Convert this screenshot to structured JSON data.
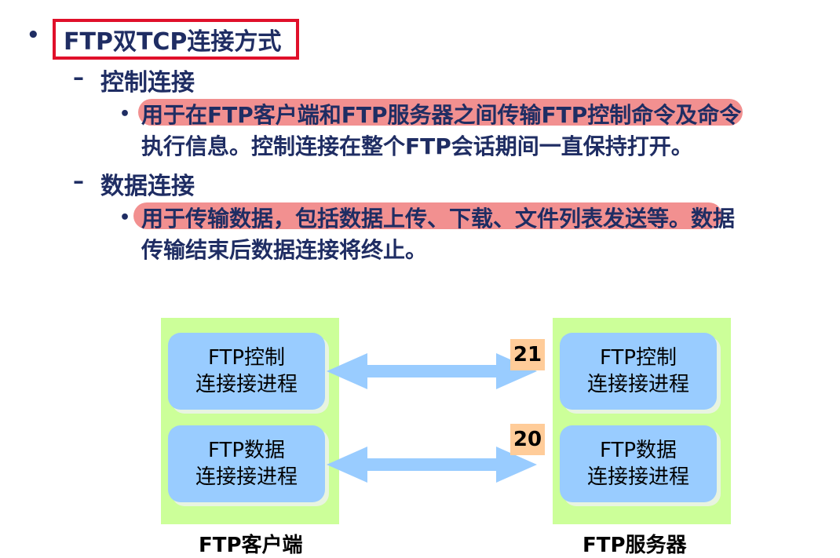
{
  "slide": {
    "bullet_glyph": "•",
    "title": "FTP双TCP连接方式",
    "dash_glyph": "–",
    "sections": [
      {
        "heading": "控制连接",
        "lines": [
          "用于在FTP客户端和FTP服务器之间传输FTP控制命令及命令",
          "执行信息。控制连接在整个FTP会话期间一直保持打开。"
        ]
      },
      {
        "heading": "数据连接",
        "lines": [
          "用于传输数据，包括数据上传、下载、文件列表发送等。数据",
          "传输结束后数据连接将终止。"
        ]
      }
    ]
  },
  "diagram": {
    "client": {
      "label": "FTP客户端",
      "control_process": [
        "FTP控制",
        "连接接进程"
      ],
      "data_process": [
        "FTP数据",
        "连接接进程"
      ]
    },
    "server": {
      "label": "FTP服务器",
      "control_process": [
        "FTP控制",
        "连接接进程"
      ],
      "data_process": [
        "FTP数据",
        "连接接进程"
      ]
    },
    "control_port": "21",
    "data_port": "20"
  },
  "colors": {
    "title_border": "#e0102a",
    "text": "#1f2d63",
    "highlight": "#f29090",
    "panel": "#ccff99",
    "process_box": "#99ccff",
    "arrow": "#99ccff",
    "port_box": "#ffcc99"
  }
}
